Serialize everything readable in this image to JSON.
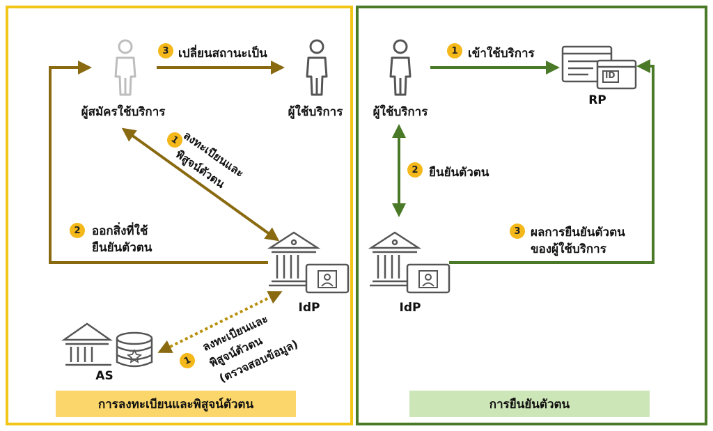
{
  "left_panel": {
    "applicant_label": "ผู้สมัครใช้บริการ",
    "user_label": "ผู้ใช้บริการ",
    "idp_label": "IdP",
    "as_label": "AS",
    "step3": {
      "num": "3",
      "text": "เปลี่ยนสถานะเป็น"
    },
    "step1": {
      "num": "1",
      "line1": "ลงทะเบียนและ",
      "line2": "พิสูจน์ตัวตน"
    },
    "step2": {
      "num": "2",
      "line1": "ออกสิ่งที่ใช้",
      "line2": "ยืนยันตัวตน"
    },
    "step1b": {
      "num": "1",
      "line1": "ลงทะเบียนและ",
      "line2": "พิสูจน์ตัวตน",
      "line3": "(ตรวจสอบข้อมูล)"
    },
    "caption": "การลงทะเบียนและพิสูจน์ตัวตน"
  },
  "right_panel": {
    "user_label": "ผู้ใช้บริการ",
    "rp_label": "RP",
    "idp_label": "IdP",
    "id_card_text": "ID",
    "step1": {
      "num": "1",
      "text": "เข้าใช้บริการ"
    },
    "step2": {
      "num": "2",
      "text": "ยืนยันตัวตน"
    },
    "step3": {
      "num": "3",
      "line1": "ผลการยืนยันตัวตน",
      "line2": "ของผู้ใช้บริการ"
    },
    "caption": "การยืนยันตัวตน"
  },
  "colors": {
    "left_border": "#f2c618",
    "right_border": "#4a7a28",
    "left_arrow": "#8a6a10",
    "right_arrow": "#4a7a28",
    "badge": "#f4b81a",
    "left_caption_bg": "#fbd66a",
    "right_caption_bg": "#cde6b8"
  }
}
